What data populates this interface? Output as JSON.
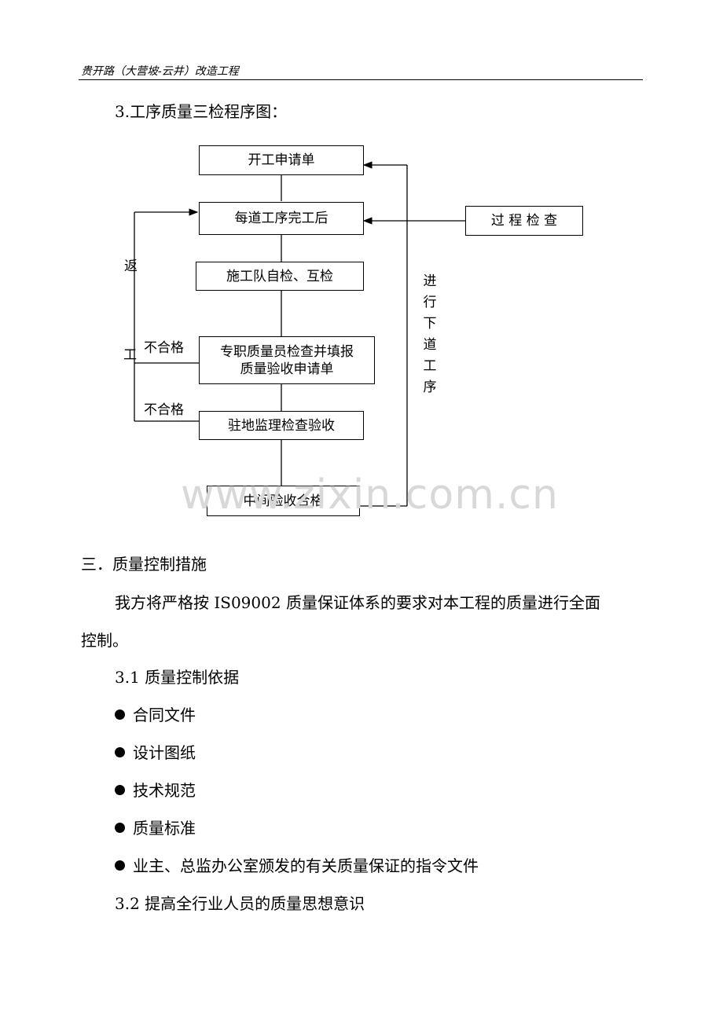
{
  "header": {
    "title": "贵开路（大营坡-云井）改造工程"
  },
  "section_heading": "3.工序质量三检程序图：",
  "flowchart": {
    "boxes": {
      "start": "开工申请单",
      "each_process": "每道工序完工后",
      "self_check": "施工队自检、互检",
      "inspector_line1": "专职质量员检查并填报",
      "inspector_line2": "质量验收申请单",
      "supervision": "驻地监理检查验收",
      "pass": "中间验收合格",
      "process_check": "过 程 检 查"
    },
    "labels": {
      "rework_1": "返",
      "rework_2": "工",
      "fail_1": "不合格",
      "fail_2": "不合格",
      "next_chars": [
        "进",
        "行",
        "下",
        "道",
        "工",
        "序"
      ]
    }
  },
  "watermark": "www.zixin.com.cn",
  "body": {
    "part3_title": "三．质量控制措施",
    "intro_line1": "我方将严格按 IS09002 质量保证体系的要求对本工程的质量进行全面",
    "intro_line2": "控制。",
    "s31_title": "3.1 质量控制依据",
    "bullets": [
      "合同文件",
      "设计图纸",
      "技术规范",
      "质量标准",
      "业主、总监办公室颁发的有关质量保证的指令文件"
    ],
    "s32_title": "3.2 提高全行业人员的质量思想意识"
  }
}
